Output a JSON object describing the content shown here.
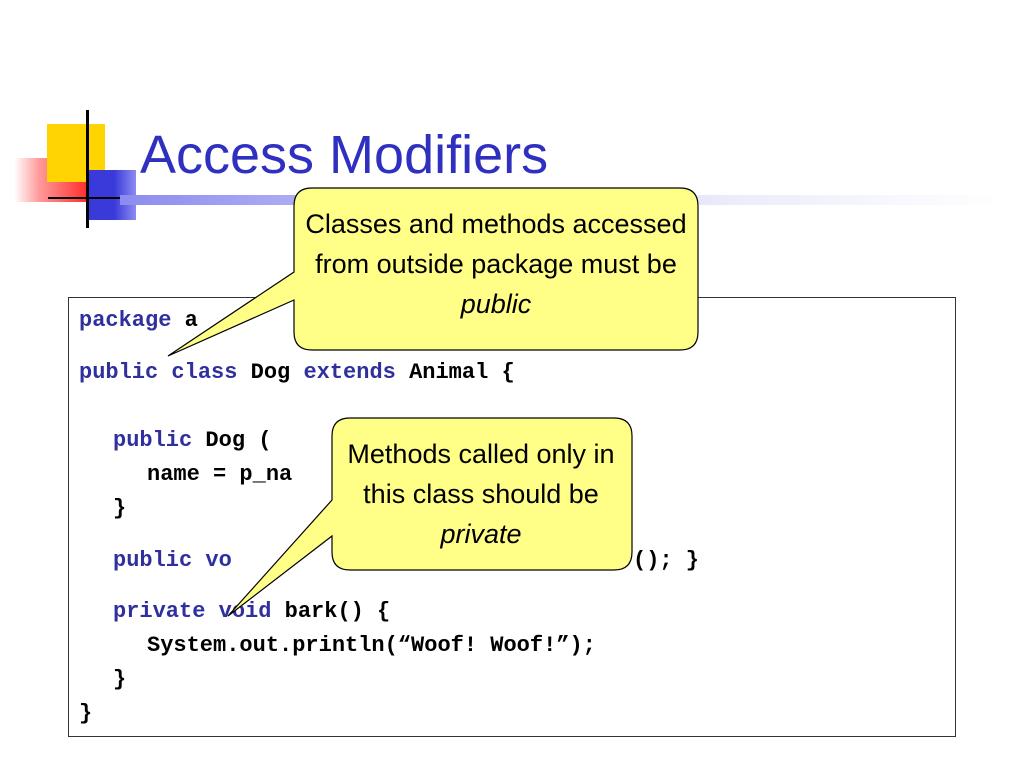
{
  "title": "Access Modifiers",
  "code": {
    "line1": {
      "kw": "package",
      "text": " a"
    },
    "line2": {
      "kw1": "public",
      "kw2": "class",
      "t1": " Dog ",
      "kw3": "extends",
      "t2": " Animal {"
    },
    "line3": {
      "kw": "public",
      "text": " Dog ("
    },
    "line4": {
      "text": "name = p_na"
    },
    "line5": {
      "text": "}"
    },
    "line6": {
      "kw1": "public",
      "kw2": "vo",
      "text": "(); }"
    },
    "line7": {
      "kw1": "private",
      "kw2": "void",
      "text": " bark() {"
    },
    "line8": {
      "text": "System.out.println(“Woof! Woof!”);"
    },
    "line9": {
      "text": "}"
    },
    "line10": {
      "text": "}"
    }
  },
  "callouts": {
    "public_note": {
      "text": "Classes and methods accessed from outside package must be ",
      "emphasis": "public"
    },
    "private_note": {
      "text": "Methods called only in this class should be ",
      "emphasis": "private"
    }
  },
  "colors": {
    "title": "#2f2fc0",
    "keyword": "#2f2f9e",
    "callout_fill": "#ffff88"
  }
}
